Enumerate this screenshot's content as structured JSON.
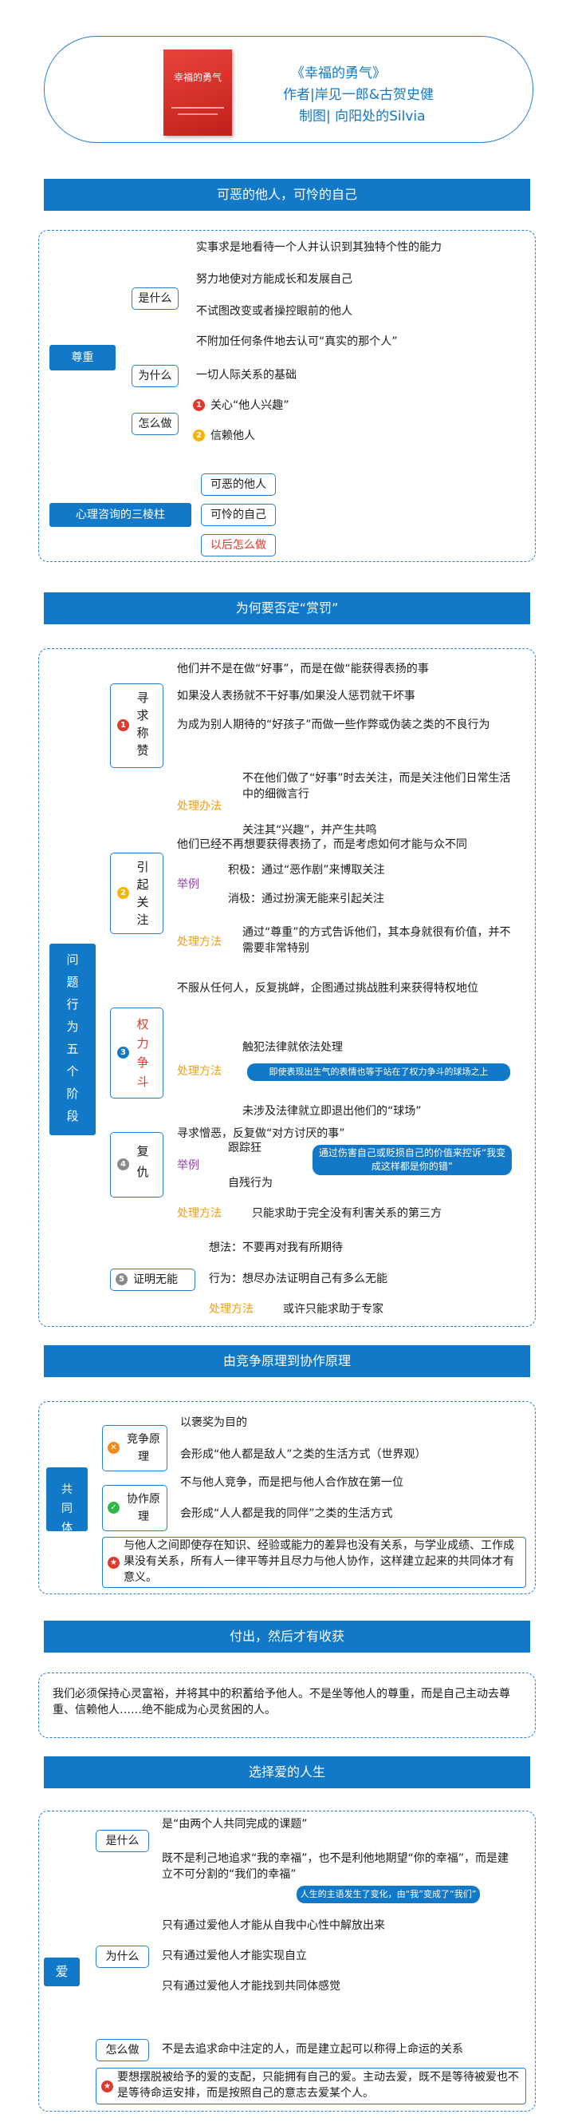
{
  "header": {
    "book_cover_title": "幸福的勇气",
    "title": "《幸福的勇气》",
    "authors": "作者|岸见一郎&古贺史健",
    "credit": "制图| 向阳处的Silvia"
  },
  "sections": {
    "s1": {
      "title": "可恶的他人，可怜的自己",
      "respect": "尊重",
      "what_label": "是什么",
      "what_items": [
        "实事求是地看待一个人并认识到其独特个性的能力",
        "努力地使对方能成长和发展自己",
        "不试图改变或者操控眼前的他人",
        "不附加任何条件地去认可“真实的那个人”"
      ],
      "why_label": "为什么",
      "why_item": "一切人际关系的基础",
      "how_label": "怎么做",
      "how_items": [
        "关心“他人兴趣”",
        "信赖他人"
      ],
      "pillars_label": "心理咨询的三棱柱",
      "pillars": [
        "可恶的他人",
        "可怜的自己",
        "以后怎么做"
      ]
    },
    "s2": {
      "title": "为何要否定“赏罚”",
      "root": "问题行为五个阶段",
      "st1": "寻求称赞",
      "st1_items": [
        "他们并不是在做“好事”，而是在做“能获得表扬的事",
        "如果没人表扬就不干好事/如果没人惩罚就干坏事",
        "为成为别人期待的“好孩子”而做一些作弊或伪装之类的不良行为"
      ],
      "st1_method": "处理办法",
      "st1_method_items": [
        "不在他们做了“好事”时去关注，而是关注他们日常生活中的细微言行",
        "关注其“兴趣”，并产生共鸣"
      ],
      "st2": "引起关注",
      "st2_item": "他们已经不再想要获得表扬了，而是考虑如何才能与众不同",
      "st2_example": "举例",
      "st2_example_items": [
        "积极：通过“恶作剧”来博取关注",
        "消极：通过扮演无能来引起关注"
      ],
      "st2_method": "处理方法",
      "st2_method_item": "通过“尊重”的方式告诉他们，其本身就很有价值，并不需要非常特别",
      "st3": "权力争斗",
      "st3_item": "不服从任何人，反复挑衅，企图通过挑战胜利来获得特权地位",
      "st3_method": "处理方法",
      "st3_method_items": [
        "触犯法律就依法处理",
        "未涉及法律就立即退出他们的“球场”"
      ],
      "st3_callout": "即使表现出生气的表情也等于站在了权力争斗的球场之上",
      "st4": "复仇",
      "st4_item": "寻求憎恶，反复做“对方讨厌的事”",
      "st4_example": "举例",
      "st4_example_items": [
        "跟踪狂",
        "自残行为"
      ],
      "st4_callout": "通过伤害自己或贬损自己的价值来控诉“我变成这样都是你的错”",
      "st4_method": "处理方法",
      "st4_method_item": "只能求助于完全没有利害关系的第三方",
      "st5": "证明无能",
      "st5_items": [
        "想法：不要再对我有所期待",
        "行为：想尽办法证明自己有多么无能"
      ],
      "st5_method": "处理方法",
      "st5_method_item": "或许只能求助于专家"
    },
    "s3": {
      "title": "由竞争原理到协作原理",
      "root": "共同体",
      "comp": "竞争原理",
      "comp_items": [
        "以褒奖为目的",
        "会形成“他人都是敌人”之类的生活方式（世界观）"
      ],
      "coop": "协作原理",
      "coop_items": [
        "不与他人竞争，而是把与他人合作放在第一位",
        "会形成“人人都是我的同伴”之类的生活方式"
      ],
      "note": "与他人之间即使存在知识、经验或能力的差异也没有关系，与学业成绩、工作成果没有关系，所有人一律平等并且尽力与他人协作，这样建立起来的共同体才有意义。"
    },
    "s4": {
      "title": "付出，然后才有收获",
      "text": "我们必须保持心灵富裕，并将其中的积蓄给予他人。不是坐等他人的尊重，而是自己主动去尊重、信赖他人……绝不能成为心灵贫困的人。"
    },
    "s5": {
      "title": "选择爱的人生",
      "root": "爱",
      "what_label": "是什么",
      "what_items": [
        "是“由两个人共同完成的课题”",
        "既不是利己地追求“我的幸福”，也不是利他地期望“你的幸福”，而是建立不可分割的“我们的幸福”"
      ],
      "callout": "人生的主语发生了变化，由“我”变成了“我们”",
      "why_label": "为什么",
      "why_items": [
        "只有通过爱他人才能从自我中心性中解放出来",
        "只有通过爱他人才能实现自立",
        "只有通过爱他人才能找到共同体感觉"
      ],
      "how_label": "怎么做",
      "how_item": "不是去追求命中注定的人，而是建立起可以称得上命运的关系",
      "note": "要想摆脱被给予的爱的支配，只能拥有自己的爱。主动去爱，既不是等待被爱也不是等待命运安排，而是按照自己的意志去爱某个人。"
    }
  },
  "colors": {
    "accent": "#1278c8",
    "orange": "#f39c12",
    "purple": "#8e44ad",
    "red": "#e03a2e"
  }
}
